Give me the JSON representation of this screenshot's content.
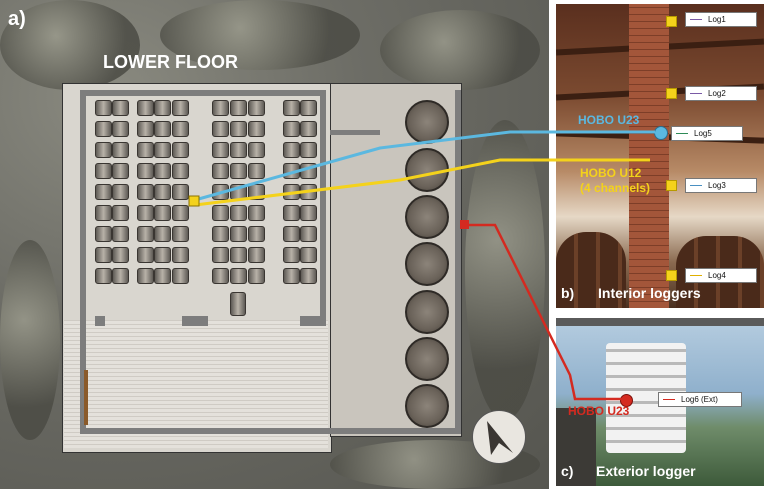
{
  "figure": {
    "panel_a_label": "a)",
    "panel_a_title": "LOWER FLOOR",
    "panel_b_label": "b)",
    "panel_b_title": "Interior loggers",
    "panel_c_label": "c)",
    "panel_c_title": "Exterior logger"
  },
  "devices": {
    "hobo_u23_interior": "HOBO U23",
    "hobo_u12_line1": "HOBO U12",
    "hobo_u12_line2": "(4 channels)",
    "hobo_u23_exterior": "HOBO U23"
  },
  "loggers": [
    {
      "label": "Log1",
      "color": "#7a5aa6"
    },
    {
      "label": "Log2",
      "color": "#7a5aa6"
    },
    {
      "label": "Log5",
      "color": "#2e8b57"
    },
    {
      "label": "Log3",
      "color": "#4a90c2"
    },
    {
      "label": "Log4",
      "color": "#e0b000"
    },
    {
      "label": "Log6 (Ext)",
      "color": "#d42a20"
    }
  ],
  "colors": {
    "blue_line": "#5bb8e0",
    "yellow_line": "#f4d21b",
    "red_line": "#d42a20"
  },
  "icons": [
    "north-arrow-icon"
  ]
}
